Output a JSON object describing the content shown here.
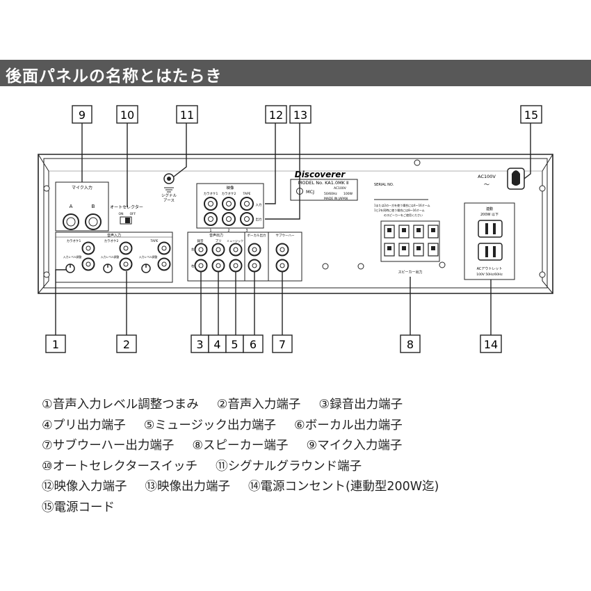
{
  "header": {
    "title": "後面パネルの名称とはたらき"
  },
  "panel": {
    "brand": "Discoverer",
    "model": "MODEL No. KA1.0MK Ⅱ",
    "mcj": "MCJ",
    "rating_ac": "AC100V",
    "rating_freq": "50/60Hz",
    "rating_w": "100W",
    "made_in": "MADE IN JAPAN",
    "serial": "SERIAL NO.",
    "ac_label": "AC100V",
    "ac_tilde": "〜",
    "mic_label": "マイク入力",
    "mic_a": "A",
    "mic_b": "B",
    "selector_label": "オートセレクター",
    "selector_on": "ON",
    "selector_off": "OFF",
    "ground_label_1": "シグナル",
    "ground_label_2": "アース",
    "video_label": "映像",
    "video_karaoke1": "カラオケ1",
    "video_karaoke2": "カラオケ2",
    "video_tape": "TAPE",
    "video_in": "入力",
    "video_out": "出力",
    "video_nums": [
      "1",
      "2",
      "3"
    ],
    "audio_in_label": "音声入力",
    "audio_in_karaoke1": "カラオケ1",
    "audio_in_karaoke2": "カラオケ2",
    "audio_in_tape": "TAPE",
    "audio_in_level": "入力レベル調整",
    "audio_left": "左",
    "audio_right": "右",
    "audio_out_label": "音声出力",
    "audio_out_rec": "録音",
    "audio_out_pre": "プリ",
    "audio_out_music": "ミュージック",
    "vocal_out_label": "ボーカル出力",
    "sub_label": "サブウーハー",
    "speaker_label": "スピーカー出力",
    "speaker_note_1": "1または2の一方を使う場合には4〜16オーム",
    "speaker_note_2": "1と2を同時に使う場合には8〜16オーム",
    "speaker_note_3": "のスピーカーをご使用ください",
    "outlet_label_1": "連動",
    "outlet_label_2": "200W 以下",
    "outlet_label_3": "ACアウトレット",
    "outlet_label_4": "100V 50Hz/60Hz"
  },
  "callouts": [
    "1",
    "2",
    "3",
    "4",
    "5",
    "6",
    "7",
    "8",
    "9",
    "10",
    "11",
    "12",
    "13",
    "14",
    "15"
  ],
  "legend": [
    [
      "①音声入力レベル調整つまみ",
      "②音声入力端子",
      "③録音出力端子"
    ],
    [
      "④プリ出力端子",
      "⑤ミュージック出力端子",
      "⑥ボーカル出力端子"
    ],
    [
      "⑦サブウーハー出力端子",
      "⑧スピーカー端子",
      "⑨マイク入力端子"
    ],
    [
      "⑩オートセレクタースイッチ",
      "⑪シグナルグラウンド端子"
    ],
    [
      "⑫映像入力端子",
      "⑬映像出力端子",
      "⑭電源コンセント(連動型200W迄)"
    ],
    [
      "⑮電源コード"
    ]
  ]
}
